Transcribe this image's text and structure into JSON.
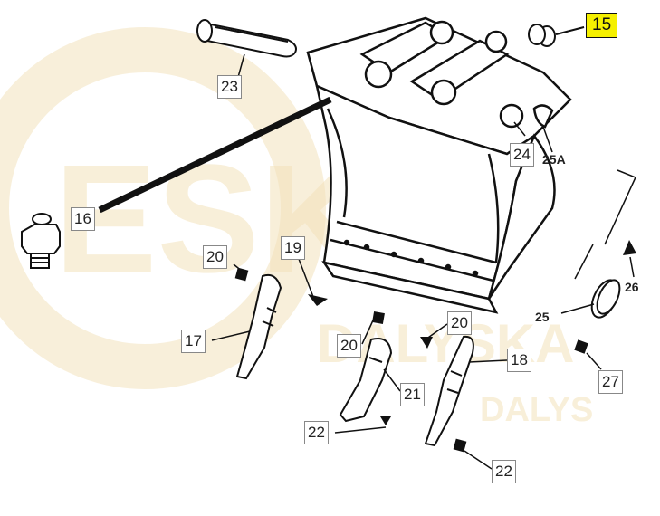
{
  "watermark": {
    "big_text": "ESKA",
    "mid_text": "DALYSKA",
    "small_text": "DALYS",
    "color": "#f3e2bb"
  },
  "highlight_color": "#f5f000",
  "callouts": {
    "c15": "15",
    "c23": "23",
    "c24": "24",
    "c25a": "25A",
    "c16": "16",
    "c20a": "20",
    "c19": "19",
    "c17": "17",
    "c20b": "20",
    "c20c": "20",
    "c21": "21",
    "c18": "18",
    "c22a": "22",
    "c22b": "22",
    "c25": "25",
    "c26": "26",
    "c27": "27"
  }
}
